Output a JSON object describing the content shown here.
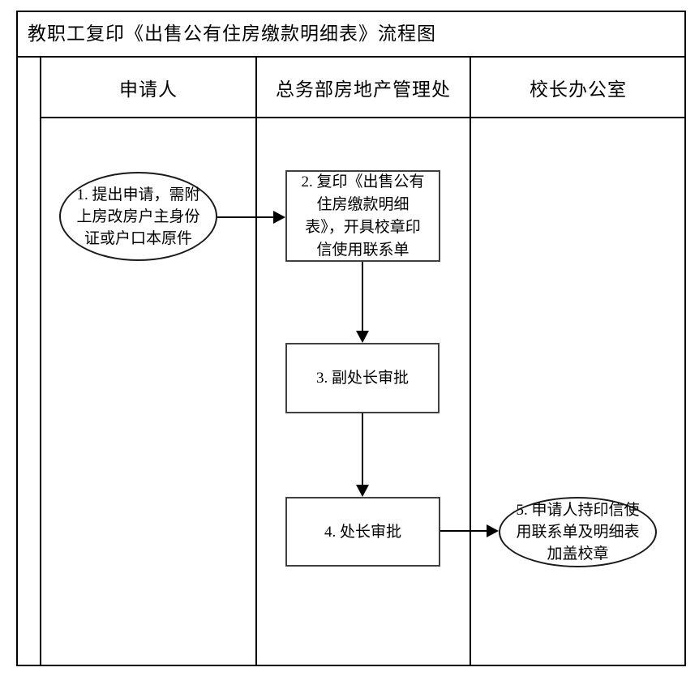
{
  "page": {
    "title": "教职工复印《出售公有住房缴款明细表》流程图"
  },
  "columns": [
    {
      "label": "申请人"
    },
    {
      "label": "总务部房地产管理处"
    },
    {
      "label": "校长办公室"
    }
  ],
  "flow": {
    "step1": {
      "shape": "ellipse",
      "lines": [
        "1. 提出申请，需附",
        "上房改房户主身份",
        "证或户口本原件"
      ]
    },
    "step2": {
      "shape": "rect",
      "lines": [
        "2. 复印《出售公有",
        "住房缴款明细",
        "表》，开具校章印",
        "信使用联系单"
      ]
    },
    "step3": {
      "shape": "rect",
      "label": "3. 副处长审批"
    },
    "step4": {
      "shape": "rect",
      "label": "4. 处长审批"
    },
    "step5": {
      "shape": "ellipse",
      "lines": [
        "5. 申请人持印信使",
        "用联系单及明细表",
        "加盖校章"
      ]
    }
  },
  "colors": {
    "line": "#000000",
    "background": "#ffffff",
    "text": "#000000"
  }
}
